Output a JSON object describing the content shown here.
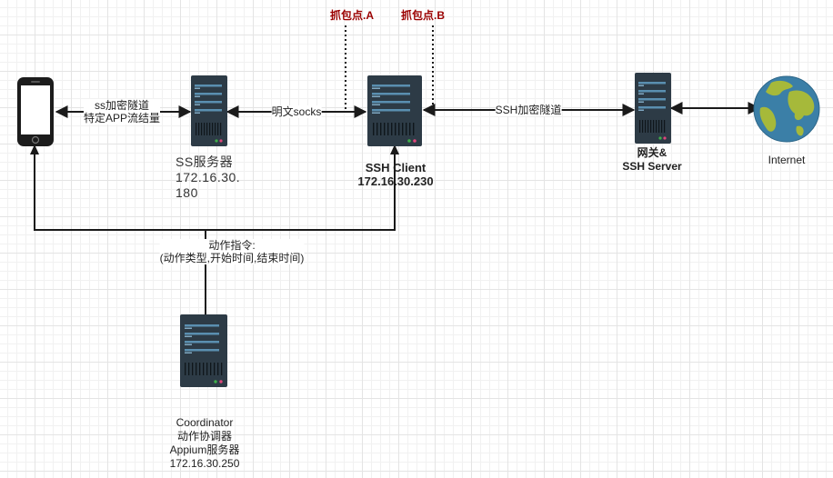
{
  "nodes": {
    "phone": {
      "icon": "smartphone-icon"
    },
    "ss_server": {
      "label": "SS服务器",
      "ip_line1": "172.16.30.",
      "ip_line2": "180"
    },
    "ssh_client": {
      "label": "SSH Client",
      "ip": "172.16.30.230"
    },
    "ssh_server": {
      "label_line1": "网关&",
      "label_line2": "SSH Server"
    },
    "internet": {
      "label": "Internet",
      "icon": "globe-icon"
    },
    "coordinator": {
      "line1": "Coordinator",
      "line2": "动作协调器",
      "line3": "Appium服务器",
      "line4": "172.16.30.250"
    }
  },
  "edges": {
    "phone_ss": {
      "line1": "ss加密隧道",
      "line2": "特定APP流结量"
    },
    "ss_sshclient": {
      "label": "明文socks"
    },
    "sshclient_sshserver": {
      "label": "SSH加密隧道"
    },
    "coordinator_cmd": {
      "line1": "动作指令:",
      "line2": "(动作类型,开始时间,结束时间)"
    }
  },
  "capture_points": {
    "a": "抓包点.A",
    "b": "抓包点.B"
  },
  "colors": {
    "server_body": "#2d3b46",
    "server_bar": "#5a8fb0",
    "led_green": "#3fae49",
    "led_red": "#e0457b",
    "capture_red": "#9a0000",
    "globe_ocean": "#3b7fa7",
    "globe_land": "#a6b93a"
  }
}
